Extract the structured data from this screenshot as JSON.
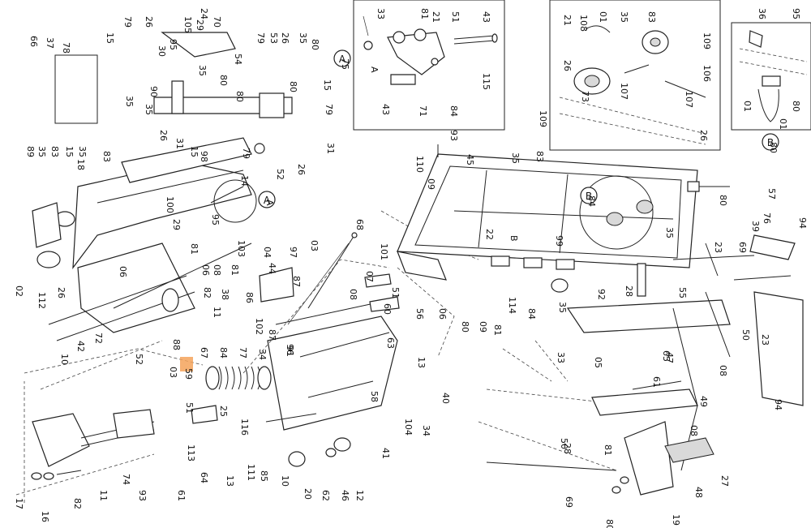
{
  "callouts": {
    "a": "A",
    "b": "B"
  },
  "highlighted_label": "59",
  "labels": [
    "79",
    "26",
    "105",
    "24",
    "29",
    "70",
    "15",
    "30",
    "95",
    "79",
    "53",
    "26",
    "35",
    "80",
    "66",
    "37",
    "78",
    "35",
    "54",
    "35",
    "80",
    "80",
    "15",
    "79",
    "26",
    "35",
    "90",
    "80",
    "31",
    "89",
    "35",
    "83",
    "15",
    "35",
    "18",
    "83",
    "31",
    "15",
    "98",
    "79",
    "14",
    "52",
    "26",
    "100",
    "29",
    "81",
    "95",
    "103",
    "A",
    "02",
    "112",
    "26",
    "06",
    "06",
    "08",
    "81",
    "44",
    "04",
    "97",
    "03",
    "86",
    "87",
    "82",
    "38",
    "11",
    "102",
    "87",
    "96",
    "72",
    "42",
    "10",
    "52",
    "88",
    "67",
    "84",
    "77",
    "34",
    "91",
    "59",
    "03",
    "25",
    "51",
    "116",
    "113",
    "64",
    "13",
    "111",
    "85",
    "10",
    "20",
    "62",
    "46",
    "12",
    "41",
    "104",
    "58",
    "34",
    "40",
    "93",
    "61",
    "11",
    "74",
    "82",
    "16",
    "17",
    "68",
    "101",
    "07",
    "51",
    "56",
    "60",
    "63",
    "13",
    "08",
    "06",
    "80",
    "09",
    "81",
    "114",
    "84",
    "35",
    "92",
    "09",
    "110",
    "93",
    "45",
    "35",
    "83",
    "84",
    "22",
    "B",
    "99",
    "35",
    "80",
    "57",
    "76",
    "94",
    "39",
    "23",
    "69",
    "55",
    "28",
    "33",
    "05",
    "65",
    "47",
    "08",
    "61",
    "49",
    "08",
    "81",
    "28",
    "48",
    "80",
    "19",
    "27",
    "50",
    "23",
    "94",
    "69",
    "50",
    "33",
    "81",
    "21",
    "51",
    "43",
    "75",
    "A",
    "43",
    "71",
    "84",
    "115",
    "21",
    "108",
    "01",
    "35",
    "83",
    "26",
    "109",
    "106",
    "73",
    "107",
    "109",
    "107",
    "26",
    "36",
    "95",
    "01",
    "80",
    "01",
    "80",
    "32",
    "B"
  ]
}
